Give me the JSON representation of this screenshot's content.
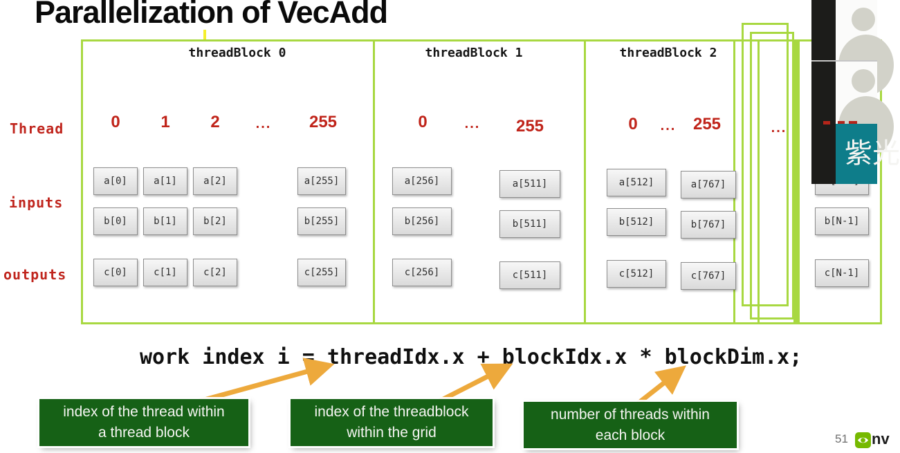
{
  "title": "Parallelization of VecAdd",
  "diagram": {
    "row_labels": {
      "thread": "Thread",
      "inputs": "inputs",
      "outputs": "outputs"
    },
    "blocks": [
      {
        "header": "threadBlock 0",
        "threads": [
          "0",
          "1",
          "2",
          "...",
          "255"
        ],
        "cells": [
          "a[0]",
          "a[1]",
          "a[2]",
          "a[255]",
          "b[0]",
          "b[1]",
          "b[2]",
          "b[255]",
          "c[0]",
          "c[1]",
          "c[2]",
          "c[255]"
        ]
      },
      {
        "header": "threadBlock 1",
        "threads": [
          "0",
          "...",
          "255"
        ],
        "cells": [
          "a[256]",
          "a[511]",
          "b[256]",
          "b[511]",
          "c[256]",
          "c[511]"
        ]
      },
      {
        "header": "threadBlock 2",
        "threads": [
          "0",
          "...",
          "255"
        ],
        "cells": [
          "a[512]",
          "a[767]",
          "b[512]",
          "b[767]",
          "c[512]",
          "c[767]"
        ]
      }
    ],
    "ellipsis_column": {
      "thread_label": "..."
    },
    "last_column": {
      "cells": [
        "a[N-1]",
        "b[N-1]",
        "c[N-1]"
      ]
    }
  },
  "code_line": "work index i = threadIdx.x + blockIdx.x * blockDim.x;",
  "notes": [
    {
      "line1": "index of the thread within",
      "line2": "a thread block"
    },
    {
      "line1": "index of the threadblock",
      "line2": "within the grid"
    },
    {
      "line1": "number of threads within",
      "line2": "each block"
    }
  ],
  "footer": {
    "page_number": "51",
    "logo_text": "nv"
  },
  "sidebar": {
    "watermark": "紫光"
  },
  "icons": {
    "person": "person-silhouette-icon",
    "logo": "nvidia-eye-logo-icon"
  },
  "colors": {
    "frame_green": "#a8d841",
    "label_red": "#c0241a",
    "note_green": "#166116",
    "arrow_amber": "#eda93c",
    "watermark_teal": "#0e7d8a",
    "nvidia_green": "#76b900"
  }
}
